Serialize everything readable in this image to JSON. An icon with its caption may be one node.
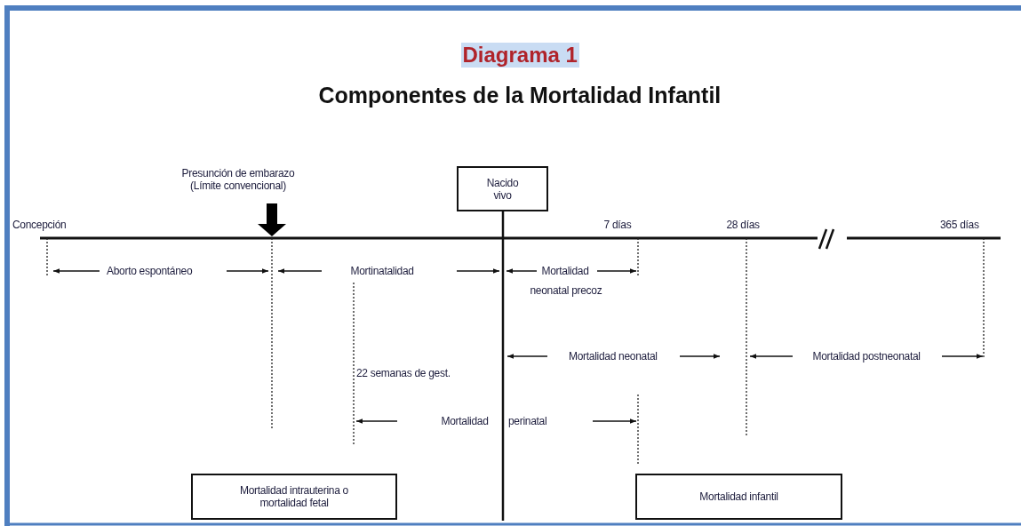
{
  "diagram": {
    "title": "Componentes de la Mortalidad Infantil",
    "nodes": [
      {
        "text": [
          "Nacido vivo"
        ]
      },
      {
        "text": [
          "Mortalidad intrauterina o mortalidad fetal"
        ]
      },
      {
        "text": [
          "Mortalidad infantil"
        ]
      }
    ],
    "edges": [],
    "labels": [
      "Diagrama 1",
      "Presunción de embarazo (Límite convencional)",
      "Concepción",
      "7 días",
      "28 días",
      "365 días",
      "Aborto espontáneo",
      "Mortinatalidad",
      "Mortalidad",
      "neonatal precoz",
      "Mortalidad neonatal",
      "Mortalidad postneonatal",
      "22 semanas de gest.",
      "Mortalidad",
      "perinatal"
    ]
  }
}
